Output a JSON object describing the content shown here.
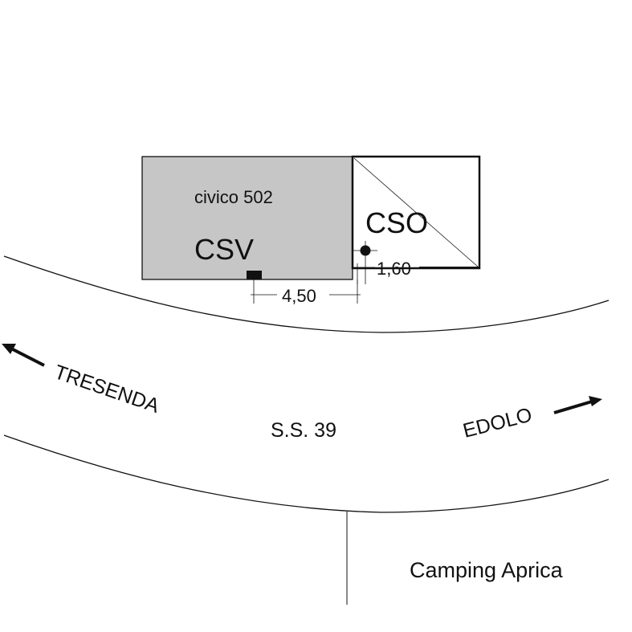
{
  "labels": {
    "house_number": "civico 502",
    "csv": "CSV",
    "cso": "CSO",
    "dim_cso": "1,60",
    "dim_csv": "4,50",
    "west_direction": "TRESENDA",
    "east_direction": "EDOLO",
    "road": "S.S. 39",
    "camping": "Camping Aprica"
  },
  "colors": {
    "building_fill": "#c6c6c6",
    "ink": "#111111",
    "background": "#ffffff"
  }
}
